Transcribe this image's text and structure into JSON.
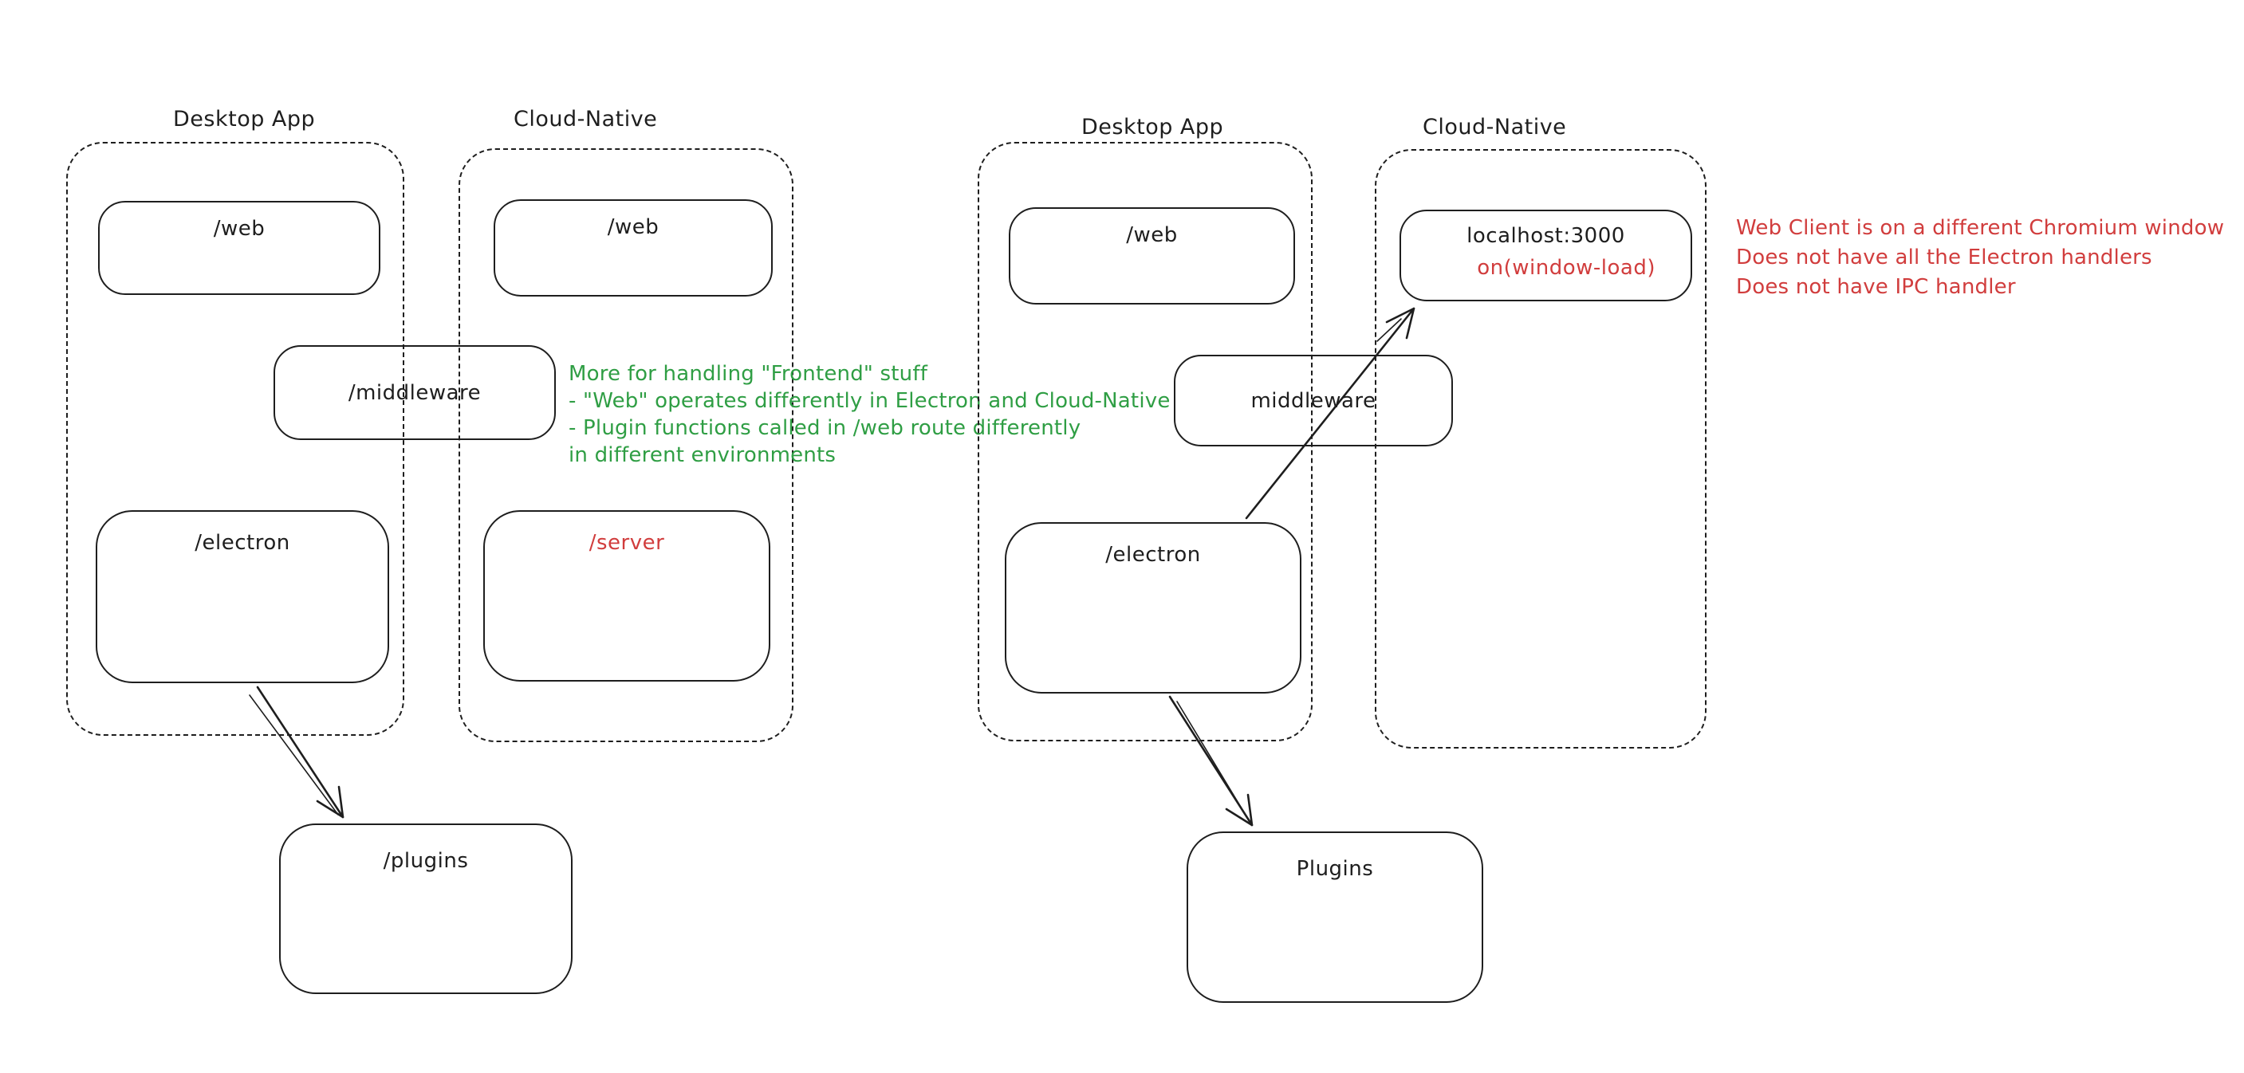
{
  "canvas": {
    "background": "#ffffff",
    "ink_color": "#1e1e1e",
    "red_color": "#d13d3d",
    "green_color": "#2f9e44"
  },
  "left_cluster": {
    "desktop_label": "Desktop App",
    "cloud_label": "Cloud-Native",
    "web_desktop": "/web",
    "web_cloud": "/web",
    "middleware": "/middleware",
    "electron": "/electron",
    "server": "/server",
    "plugins": "/plugins"
  },
  "green_note": {
    "color": "#2f9e44",
    "lines": [
      "More for handling \"Frontend\" stuff",
      "- \"Web\" operates differently in Electron and Cloud-Native",
      "- Plugin functions called in /web route differently",
      "in different environments"
    ]
  },
  "right_cluster": {
    "desktop_label": "Desktop App",
    "cloud_label": "Cloud-Native",
    "web": "/web",
    "localhost": "localhost:3000",
    "window_load": "on(window-load)",
    "middleware": "middleware",
    "electron": "/electron",
    "plugins": "Plugins"
  },
  "red_note": {
    "color": "#d13d3d",
    "lines": [
      "Web Client is on a different Chromium window",
      "Does not have all the Electron handlers",
      "Does not have IPC handler"
    ]
  }
}
